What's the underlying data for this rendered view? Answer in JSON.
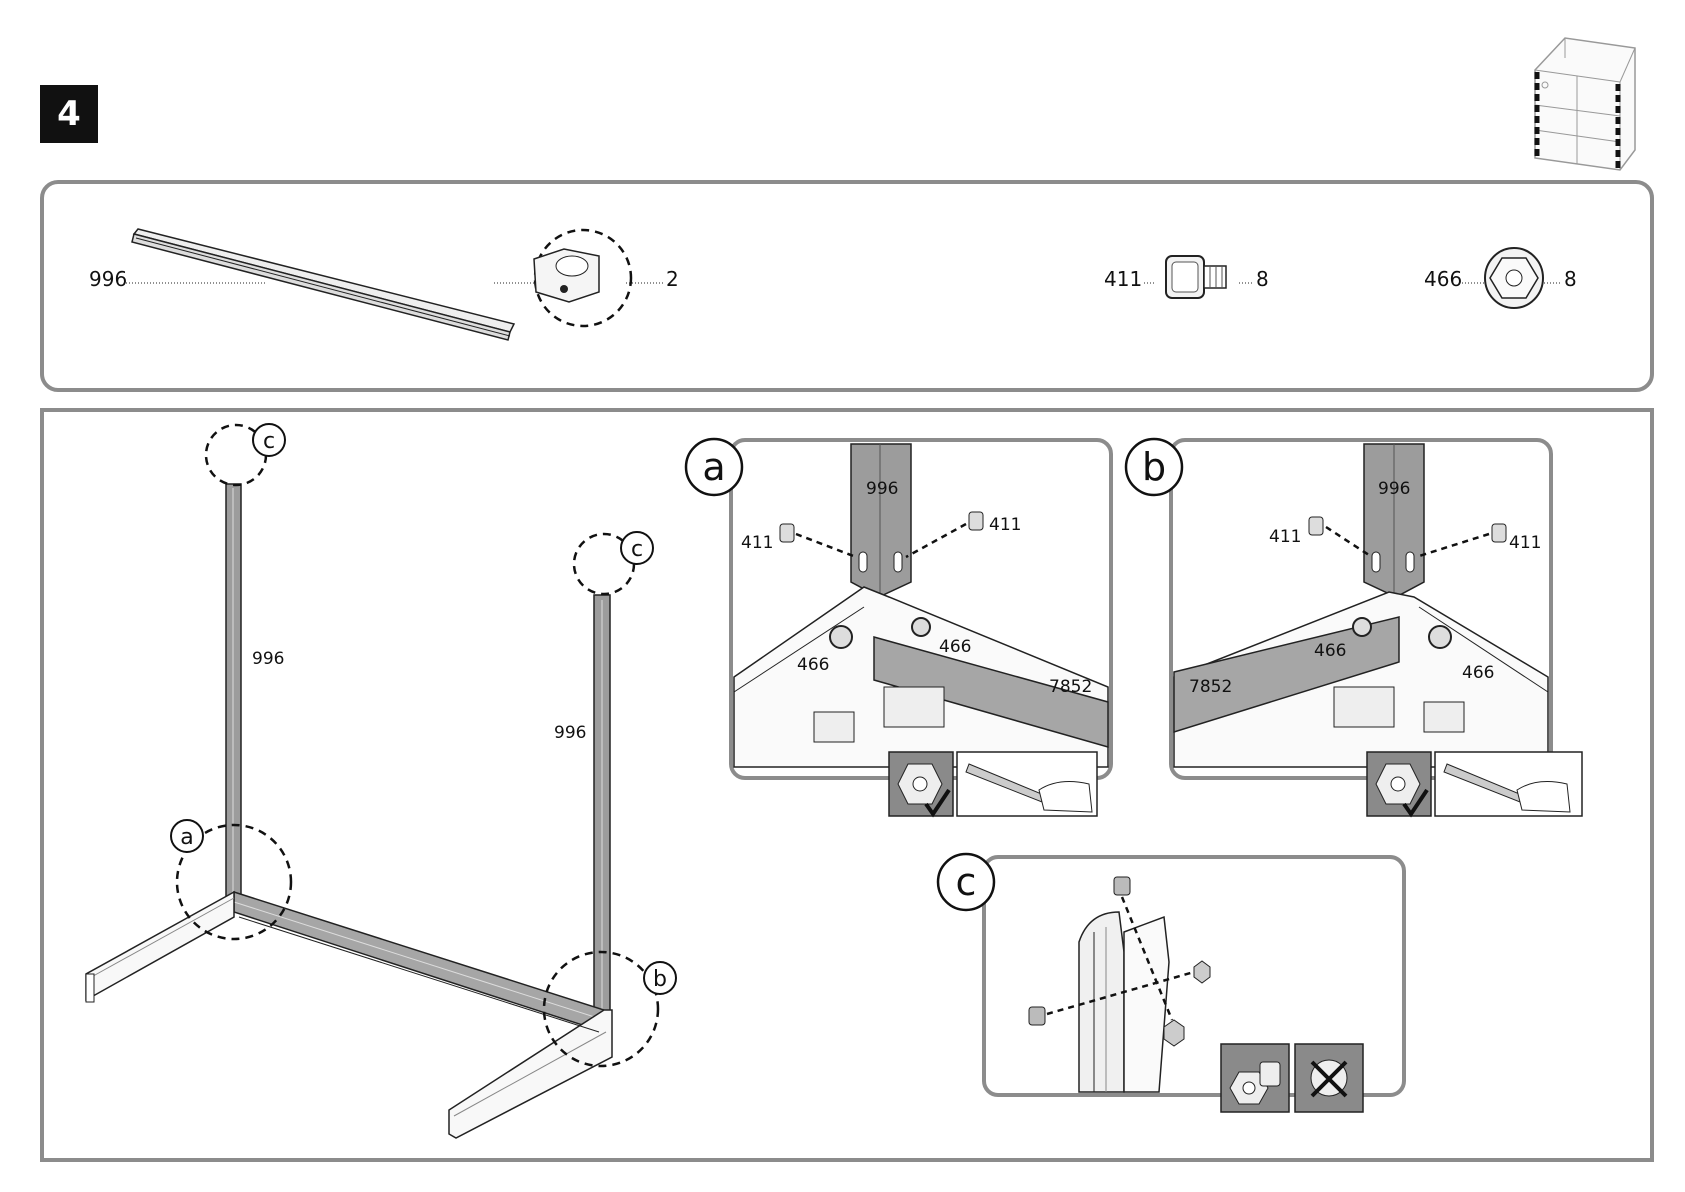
{
  "step_number": "4",
  "parts_panel": {
    "items": [
      {
        "part_no": "996",
        "qty": "2",
        "icon": "rail-profile-icon"
      },
      {
        "part_no": "411",
        "qty": "8",
        "icon": "square-bolt-icon"
      },
      {
        "part_no": "466",
        "qty": "8",
        "icon": "flange-nut-icon"
      }
    ]
  },
  "main_diagram": {
    "rail_label_left": "996",
    "rail_label_right": "996",
    "callout_top_left": "c",
    "callout_top_right": "c",
    "callout_corner_a": "a",
    "callout_corner_b": "b"
  },
  "detail_a": {
    "callout": "a",
    "rail": "996",
    "bolt_left": "411",
    "bolt_right": "411",
    "nut_left": "466",
    "nut_right": "466",
    "beam": "7852"
  },
  "detail_b": {
    "callout": "b",
    "rail": "996",
    "bolt_left": "411",
    "bolt_right": "411",
    "nut_left": "466",
    "nut_right": "466",
    "beam": "7852"
  },
  "detail_c": {
    "callout": "c"
  },
  "colors": {
    "panel_border": "#8c8c8c",
    "rail_fill": "#9a9a9a",
    "step_badge": "#111111"
  }
}
